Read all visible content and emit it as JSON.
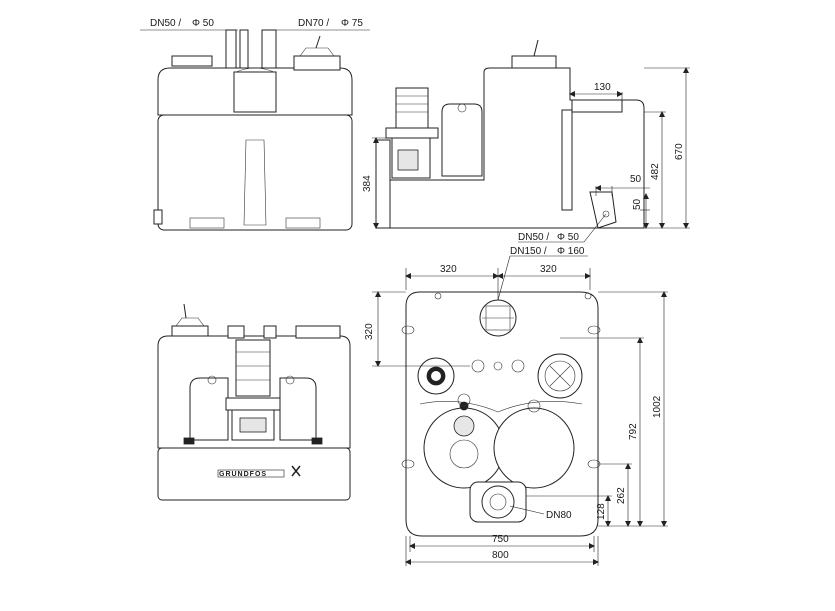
{
  "front_view": {
    "inlet_small_label": "DN50 /",
    "inlet_small_phi": "Φ 50",
    "inlet_large_label": "DN70 /",
    "inlet_large_phi": "Φ 75"
  },
  "side_view": {
    "dim_130": "130",
    "dim_670": "670",
    "dim_482": "482",
    "dim_384": "384",
    "dim_50_horizontal": "50",
    "dim_50_vertical": "50",
    "vent_label": "DN50 /",
    "vent_phi": "Φ 50",
    "outlet_label": "DN150 /",
    "outlet_phi": "Φ 160"
  },
  "top_view": {
    "dim_320_left": "320",
    "dim_320_right": "320",
    "dim_320_vertical": "320",
    "dim_1002": "1002",
    "dim_792": "792",
    "dim_262": "262",
    "dim_128": "128",
    "dim_750": "750",
    "dim_800": "800",
    "discharge_label": "DN80"
  },
  "rear_view": {
    "brand_logo_text": "GRUNDFOS"
  }
}
